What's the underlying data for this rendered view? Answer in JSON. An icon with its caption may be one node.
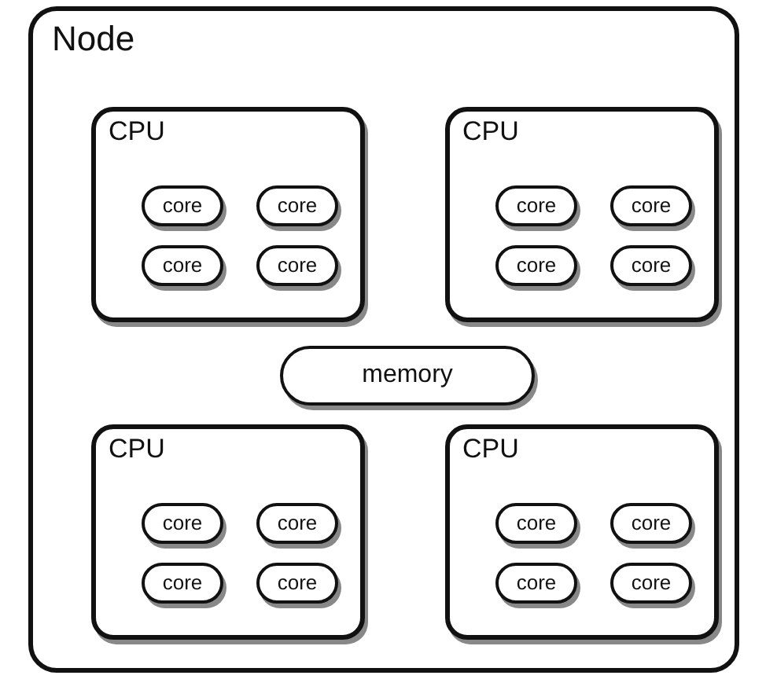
{
  "diagram": {
    "nodes": [
      {
        "text": [
          "Node"
        ]
      },
      {
        "text": [
          "CPU"
        ],
        "in": 0
      },
      {
        "text": [
          "core"
        ],
        "in": 1
      },
      {
        "text": [
          "core"
        ],
        "in": 1
      },
      {
        "text": [
          "core"
        ],
        "in": 1
      },
      {
        "text": [
          "core"
        ],
        "in": 1
      },
      {
        "text": [
          "CPU"
        ],
        "in": 0
      },
      {
        "text": [
          "core"
        ],
        "in": 6
      },
      {
        "text": [
          "core"
        ],
        "in": 6
      },
      {
        "text": [
          "core"
        ],
        "in": 6
      },
      {
        "text": [
          "core"
        ],
        "in": 6
      },
      {
        "text": [
          "memory"
        ],
        "in": 0
      },
      {
        "text": [
          "CPU"
        ],
        "in": 0
      },
      {
        "text": [
          "core"
        ],
        "in": 12
      },
      {
        "text": [
          "core"
        ],
        "in": 12
      },
      {
        "text": [
          "core"
        ],
        "in": 12
      },
      {
        "text": [
          "core"
        ],
        "in": 12
      },
      {
        "text": [
          "CPU"
        ],
        "in": 0
      },
      {
        "text": [
          "core"
        ],
        "in": 17
      },
      {
        "text": [
          "core"
        ],
        "in": 17
      },
      {
        "text": [
          "core"
        ],
        "in": 17
      },
      {
        "text": [
          "core"
        ],
        "in": 17
      }
    ]
  }
}
